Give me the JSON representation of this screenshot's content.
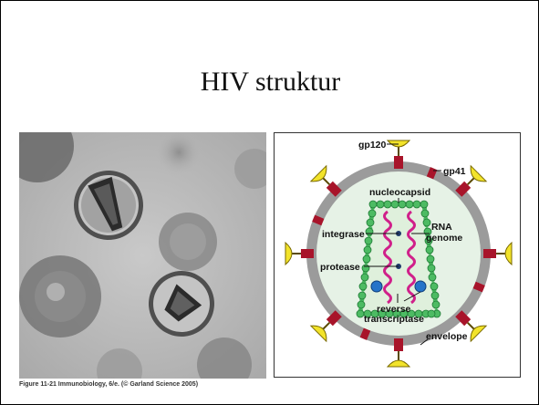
{
  "slide": {
    "title": "HIV struktur",
    "caption": "Figure 11-21 Immunobiology, 6/e. (© Garland Science 2005)"
  },
  "diagram": {
    "labels": {
      "gp120": "gp120",
      "gp41": "gp41",
      "nucleocapsid": "nucleocapsid",
      "integrase": "integrase",
      "rna_line1": "RNA",
      "rna_line2": "genome",
      "protease": "protease",
      "rt_line1": "reverse",
      "rt_line2": "transcriptase",
      "envelope": "envelope"
    },
    "colors": {
      "envelope": "#9b9b9b",
      "interior": "#e6f2e6",
      "capsid": "#4dbb63",
      "rna": "#d0208a",
      "spike_knob": "#f2e32a",
      "spike_stalk": "#a8142a",
      "enzyme": "#2574c9"
    }
  }
}
